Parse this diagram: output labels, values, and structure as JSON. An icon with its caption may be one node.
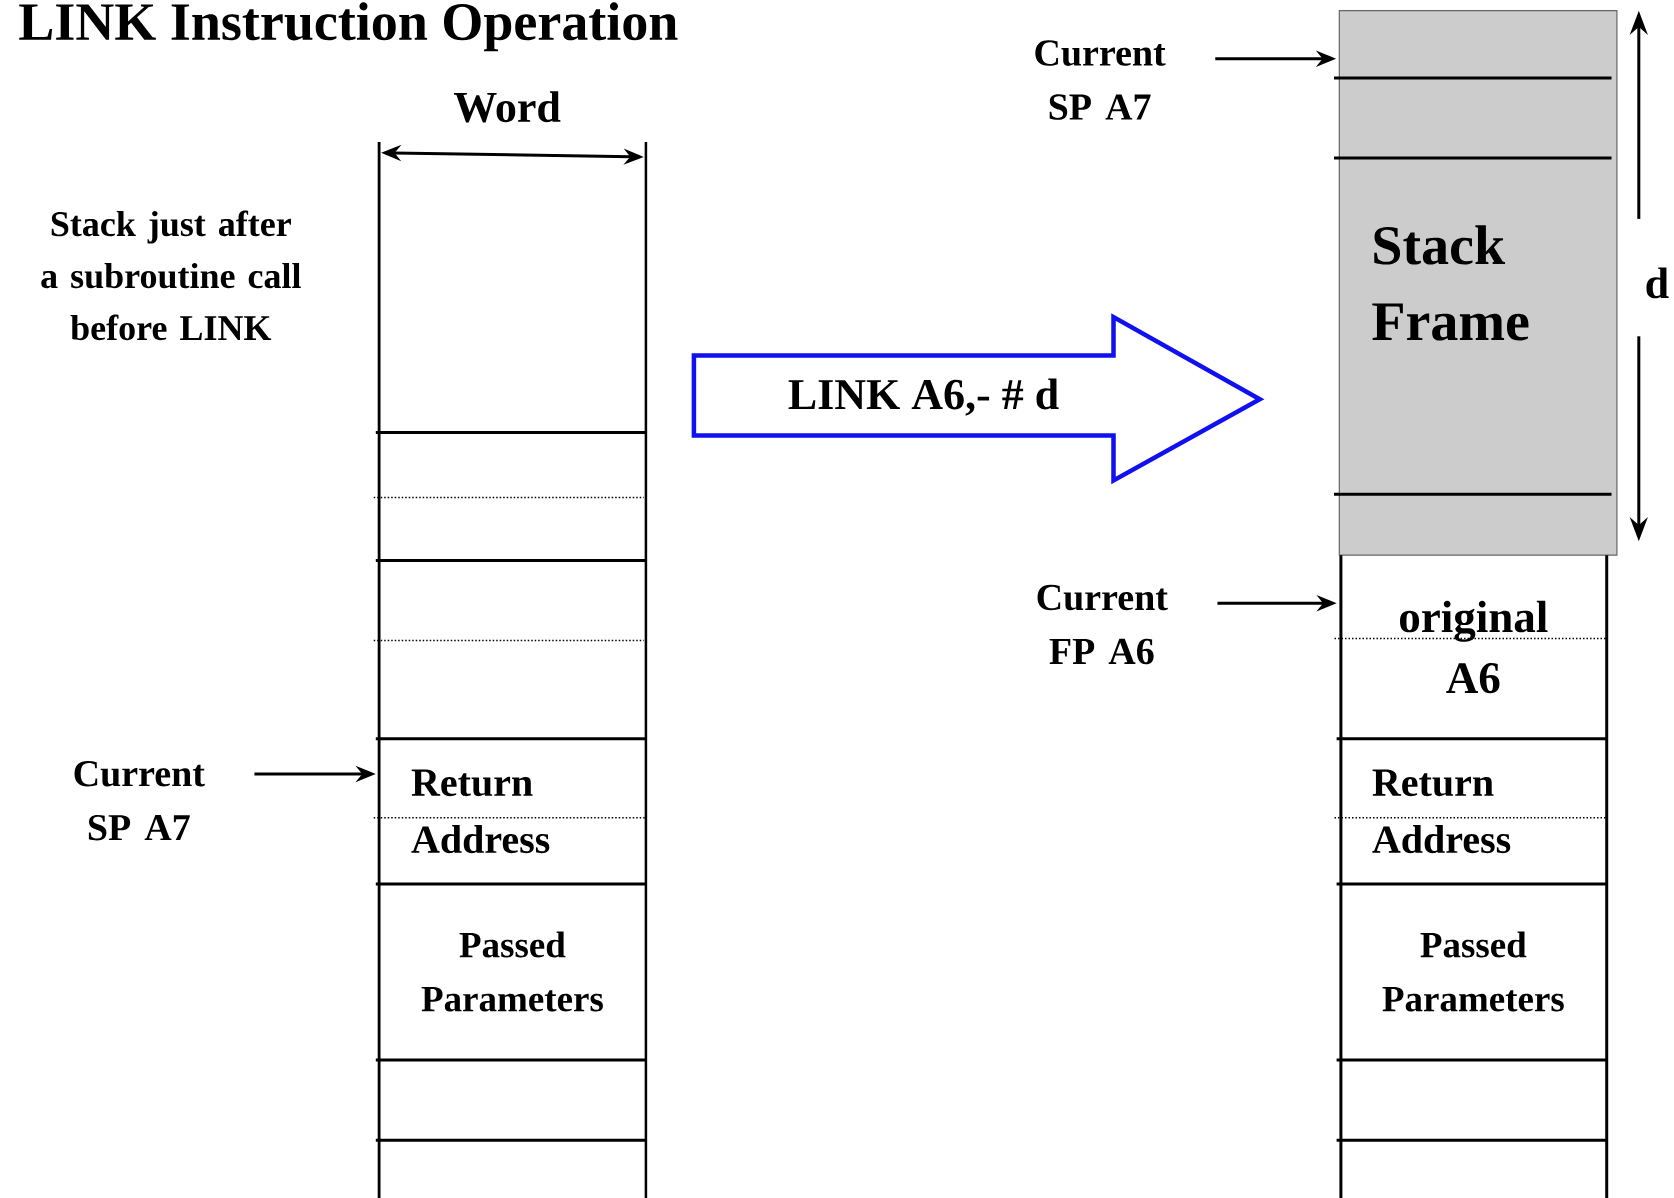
{
  "diagram": {
    "title": "LINK Instruction Operation",
    "nodes": [
      {
        "text": [
          "Current SP A7"
        ]
      },
      {
        "text": [
          "Return Address"
        ]
      },
      {
        "text": [
          "Passed Parameters"
        ]
      },
      {
        "text": [
          "Current SP A7"
        ]
      },
      {
        "text": [
          "Stack Frame"
        ],
        "beside": [
          "d"
        ]
      },
      {
        "text": [
          "Current FP A6"
        ]
      },
      {
        "text": [
          "original A6"
        ]
      },
      {
        "text": [
          "Return Address"
        ]
      },
      {
        "text": [
          "Passed Parameters"
        ]
      },
      {
        "text": [
          "LINK A6,- # d"
        ]
      }
    ],
    "edges": [
      {
        "from": 0,
        "to": 1,
        "arrow": "to"
      },
      {
        "from": 3,
        "to": 4,
        "arrow": "to"
      },
      {
        "from": 5,
        "to": 6,
        "arrow": "to"
      }
    ],
    "labels": [
      "Word",
      "Stack just after a subroutine call before LINK"
    ]
  }
}
